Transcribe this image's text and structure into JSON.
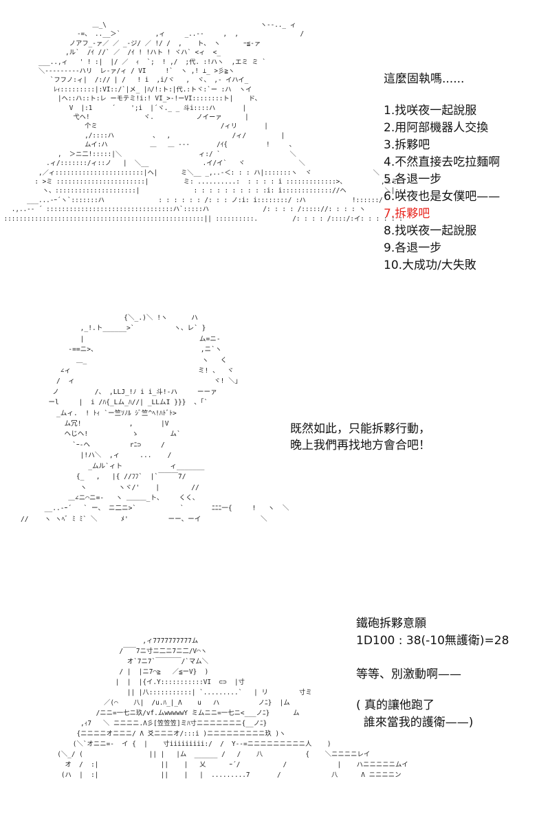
{
  "panel1": {
    "caption": "這麼固執嗎......",
    "options": [
      {
        "label": "1.找咲夜一起說服",
        "highlight": false
      },
      {
        "label": "2.用阿部機器人交換",
        "highlight": false
      },
      {
        "label": "3.拆夥吧",
        "highlight": false
      },
      {
        "label": "4.不然直接去吃拉麵啊",
        "highlight": false
      },
      {
        "label": "5.各退一步",
        "highlight": false
      },
      {
        "label": "6.咲夜也是女僕吧——",
        "highlight": false
      },
      {
        "label": "7.拆夥吧",
        "highlight": true
      },
      {
        "label": "8.找咲夜一起說服",
        "highlight": false
      },
      {
        "label": "9.各退一步",
        "highlight": false
      },
      {
        "label": "10.大成功/大失敗",
        "highlight": false
      }
    ],
    "highlight_color": "#e8261f"
  },
  "panel2": {
    "line1": "既然如此，只能拆夥行動，",
    "line2": "晚上我們再找地方會合吧！"
  },
  "panel3": {
    "roll_title": "鐵砲拆夥意願",
    "roll_result": "1D100 : 38(-10無護衛)=28",
    "reaction": "等等、別激動啊——",
    "aside1": "( 真的讓他跑了",
    "aside2": "  誰來當我的護衛——)"
  }
}
